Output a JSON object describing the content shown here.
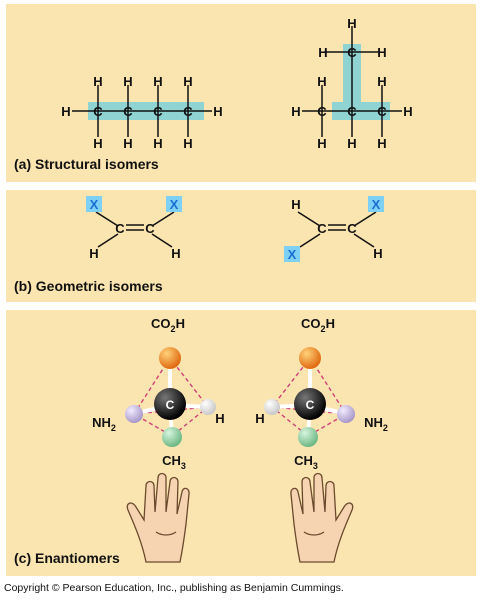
{
  "panels": {
    "a": {
      "label": "(a) Structural isomers"
    },
    "b": {
      "label": "(b) Geometric isomers"
    },
    "c": {
      "label": "(c) Enantiomers"
    }
  },
  "atoms": {
    "C": "C",
    "H": "H",
    "X": "X"
  },
  "groups": {
    "co2h_main": "CO",
    "co2h_sub": "2",
    "co2h_tail": "H",
    "nh2_main": "NH",
    "nh2_sub": "2",
    "ch3_main": "CH",
    "ch3_sub": "3"
  },
  "colors": {
    "panel_bg": "#fae4b0",
    "highlight": "#8fd3d3",
    "x_box": "#7fd0f5",
    "x_text": "#1a6fd0",
    "carboxyl": "#f08a1f",
    "amino": "#c8b8e0",
    "methyl": "#8fd0a0",
    "dashed": "#d0407a"
  },
  "footer": {
    "copyright": "Copyright © Pearson Education, Inc., publishing as Benjamin Cummings."
  }
}
